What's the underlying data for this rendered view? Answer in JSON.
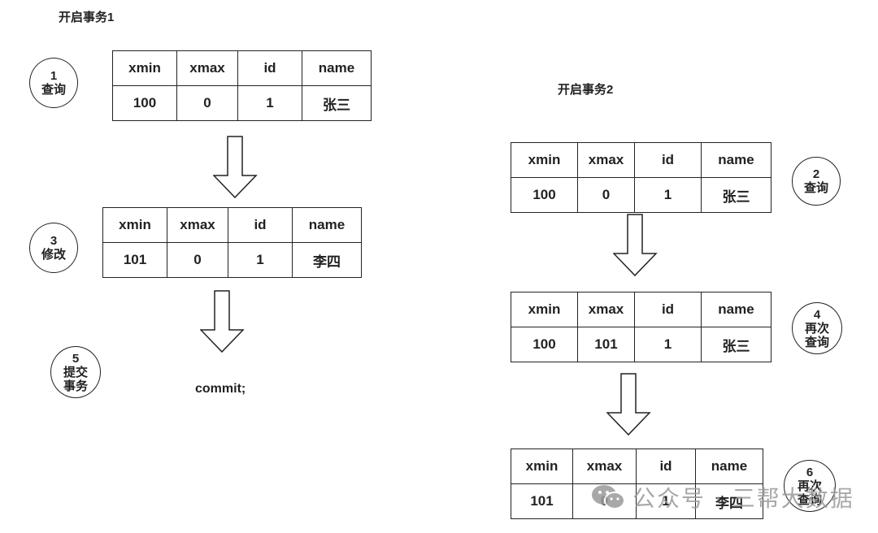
{
  "tx1": {
    "title": "开启事务1",
    "step1": {
      "num": "1",
      "label": "查询"
    },
    "step3": {
      "num": "3",
      "label": "修改"
    },
    "step5": {
      "num": "5",
      "label1": "提交",
      "label2": "事务"
    },
    "commit": "commit;"
  },
  "tx2": {
    "title": "开启事务2",
    "step2": {
      "num": "2",
      "label": "查询"
    },
    "step4": {
      "num": "4",
      "label1": "再次",
      "label2": "查询"
    },
    "step6": {
      "num": "6",
      "label1": "再次",
      "label2": "查询"
    }
  },
  "columns": [
    "xmin",
    "xmax",
    "id",
    "name"
  ],
  "tables": {
    "t1": [
      "100",
      "0",
      "1",
      "张三"
    ],
    "t3": [
      "101",
      "0",
      "1",
      "李四"
    ],
    "t2": [
      "100",
      "0",
      "1",
      "张三"
    ],
    "t4": [
      "100",
      "101",
      "1",
      "张三"
    ],
    "t6": [
      "101",
      "0",
      "1",
      "李四"
    ]
  },
  "watermark": "公众号 · 三帮大数据"
}
